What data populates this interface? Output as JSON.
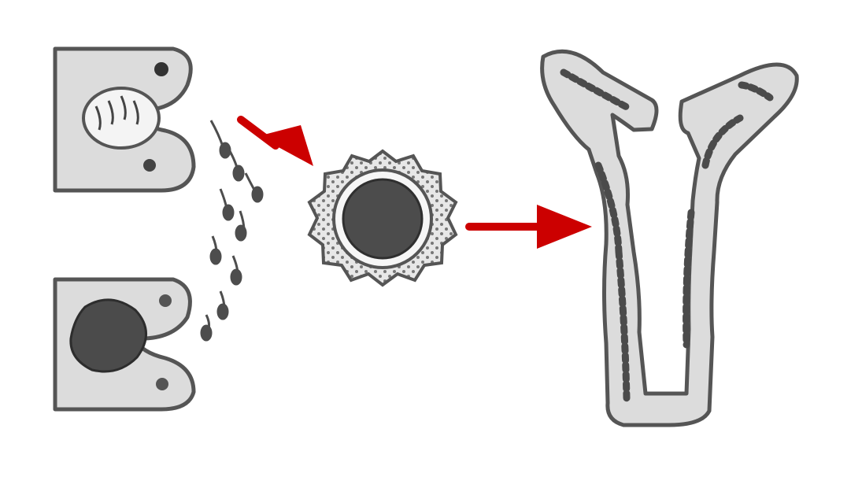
{
  "figure": {
    "panels": [
      {
        "id": "testis",
        "icon": "testis-icon"
      },
      {
        "id": "ovary",
        "icon": "ovary-icon"
      },
      {
        "id": "sperm",
        "icon": "sperm-cells-icon"
      },
      {
        "id": "zygote",
        "icon": "fertilized-egg-icon"
      },
      {
        "id": "embryo",
        "icon": "hydra-polyp-icon"
      }
    ],
    "arrows": [
      {
        "from": "sperm",
        "to": "zygote",
        "color": "#cc0000"
      },
      {
        "from": "zygote",
        "to": "embryo",
        "color": "#cc0000"
      }
    ],
    "colors": {
      "line": "#555555",
      "fill": "#dcdcdc",
      "arrow": "#cc0000"
    }
  }
}
